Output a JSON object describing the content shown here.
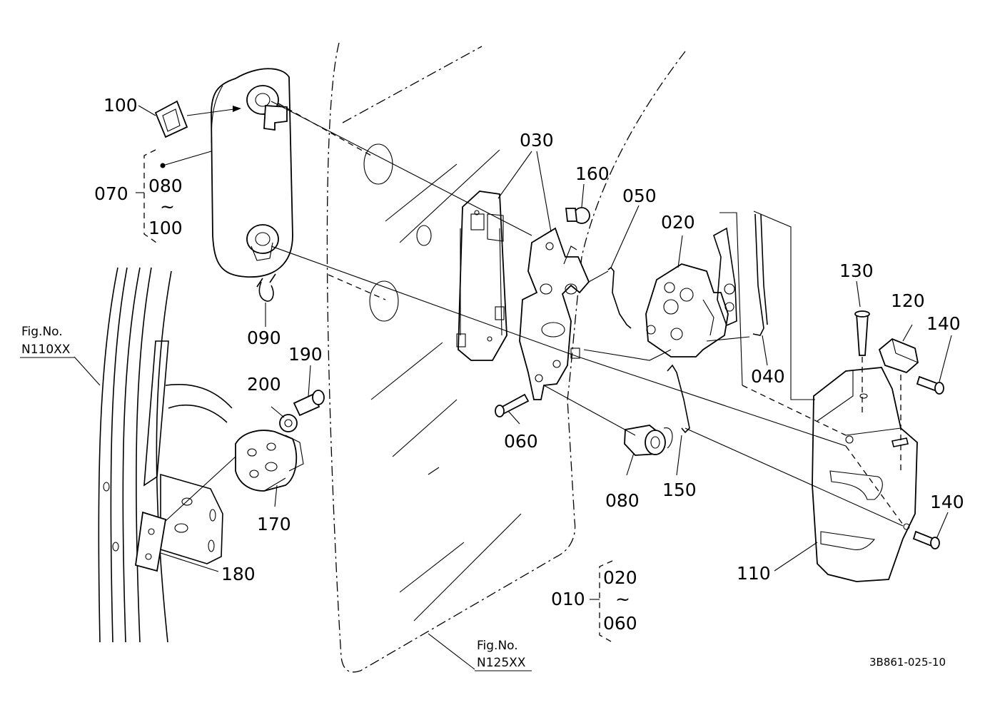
{
  "labels": {
    "p100": "100",
    "p070": "070",
    "p080a": "080",
    "tilde_a": "~",
    "p100b": "100",
    "p090": "090",
    "p030": "030",
    "p160": "160",
    "p050": "050",
    "p020": "020",
    "p130": "130",
    "p120": "120",
    "p140a": "140",
    "p040": "040",
    "p200": "200",
    "p190": "190",
    "p060": "060",
    "p080b": "080",
    "p150": "150",
    "p170": "170",
    "p180": "180",
    "p140b": "140",
    "p110": "110",
    "p010": "010",
    "p020b": "020",
    "tilde_b": "~",
    "p060b": "060"
  },
  "fig_refs": {
    "left_title": "Fig.No.",
    "left_code": "N110XX",
    "bottom_title": "Fig.No.",
    "bottom_code": "N125XX"
  },
  "drawing_code": "3B861-025-10"
}
